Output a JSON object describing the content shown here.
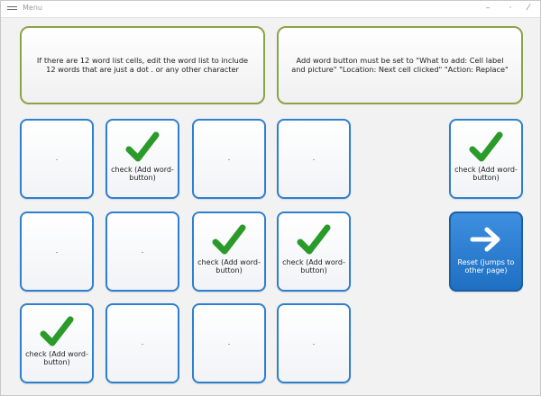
{
  "window": {
    "title": "Menu",
    "minimize_glyph": "–",
    "maximize_glyph": "·",
    "expand_glyph": "⁄"
  },
  "notes": {
    "left": "If there are 12 word list cells, edit the word list to include 12 words that are just a dot . or any other character",
    "right": "Add word button must be set to \"What to add: Cell label and picture\" \"Location: Next cell clicked\" \"Action: Replace\""
  },
  "cells": {
    "r1c1": ".",
    "r1c2": "check (Add word-button)",
    "r1c3": ".",
    "r1c4": ".",
    "r1c6": "check (Add word-button)",
    "r2c1": ".",
    "r2c2": ".",
    "r2c3": "check (Add word-button)",
    "r2c4": "check (Add word-button)",
    "r2c6": "Reset (jumps to other page)",
    "r3c1": "check (Add word-button)",
    "r3c2": ".",
    "r3c3": ".",
    "r3c4": "."
  },
  "colors": {
    "cell_border": "#2f7fd0",
    "note_border": "#8aa34a",
    "check_green": "#2a9a2a",
    "reset_blue": "#2a7fd4"
  },
  "icons": {
    "check": "check-icon",
    "arrow": "arrow-right-icon",
    "menu": "hamburger-menu-icon"
  }
}
